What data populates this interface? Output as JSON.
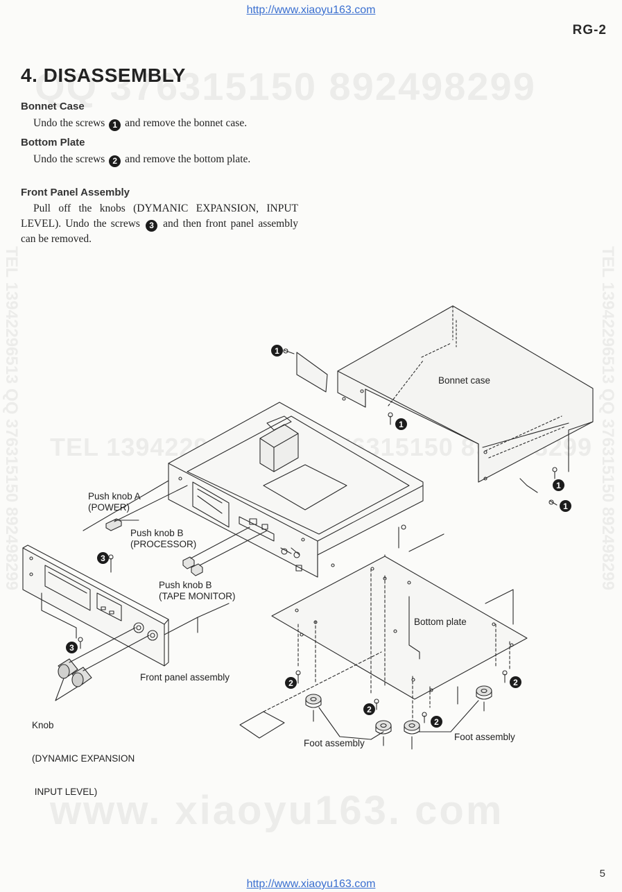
{
  "header": {
    "url_top": "http://www.xiaoyu163.com",
    "url_bottom": "http://www.xiaoyu163.com",
    "model": "RG-2"
  },
  "watermarks": {
    "top": "QQ 376315150   892498299",
    "middle": "TEL 13942296513   QQ 376315150   892498299",
    "bottom": "www. xiaoyu163. com",
    "left_vertical": "TEL 13942296513  QQ 376315150  892498299",
    "right_vertical": "TEL 13942296513  QQ 376315150  892498299"
  },
  "section": {
    "title": "4. DISASSEMBLY",
    "subsections": [
      {
        "heading": "Bonnet Case",
        "text_before": "Undo the screws",
        "screw_number": "1",
        "text_after": "and remove the bonnet case."
      },
      {
        "heading": "Bottom Plate",
        "text_before": "Undo the screws",
        "screw_number": "2",
        "text_after": "and remove the bottom plate."
      },
      {
        "heading": "Front Panel Assembly",
        "text_before": "Pull off the knobs (DYMANIC EXPANSION, INPUT LEVEL). Undo the screws",
        "screw_number": "3",
        "text_after": "and then front panel assembly can be removed."
      }
    ]
  },
  "diagram": {
    "labels": {
      "bonnet_case": "Bonnet case",
      "bottom_plate": "Bottom plate",
      "push_knob_a_line1": "Push knob A",
      "push_knob_a_line2": "(POWER)",
      "push_knob_b_proc_line1": "Push knob B",
      "push_knob_b_proc_line2": "(PROCESSOR)",
      "push_knob_b_tape_line1": "Push knob B",
      "push_knob_b_tape_line2": "(TAPE MONITOR)",
      "front_panel_assembly": "Front panel assembly",
      "knob_line1": "Knob",
      "knob_line2": "(DYNAMIC EXPANSION",
      "knob_line3": " INPUT LEVEL)",
      "foot_assembly_left": "Foot assembly",
      "foot_assembly_right": "Foot assembly"
    },
    "screw_markers": [
      "1",
      "1",
      "1",
      "1",
      "2",
      "2",
      "2",
      "2",
      "3",
      "3"
    ]
  },
  "footer": {
    "page_number": "5"
  }
}
